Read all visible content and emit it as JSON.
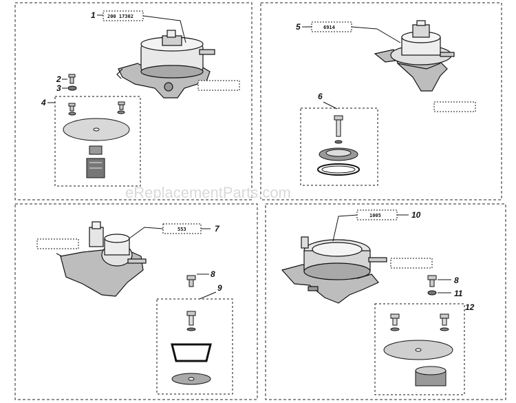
{
  "watermark": "eReplacementParts.com",
  "callouts": {
    "c1": "1",
    "c2": "2",
    "c3": "3",
    "c4": "4",
    "c5": "5",
    "c6": "6",
    "c7": "7",
    "c8a": "8",
    "c8b": "8",
    "c9": "9",
    "c10": "10",
    "c11": "11",
    "c12": "12"
  },
  "part_codes": {
    "p1": "200 17302",
    "p5": "6914",
    "p7": "553",
    "p10": "1005"
  }
}
